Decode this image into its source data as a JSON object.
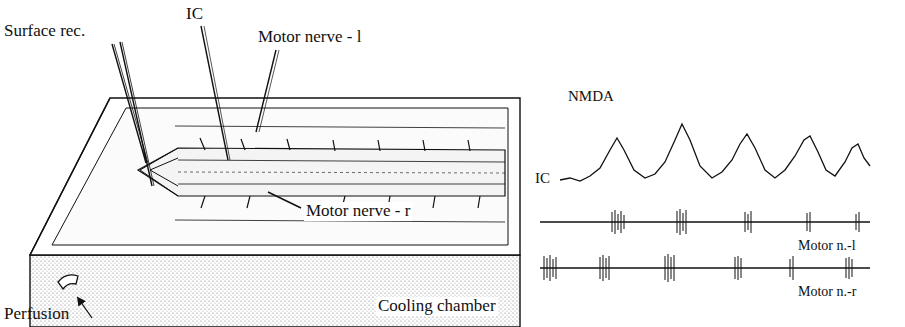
{
  "diagram": {
    "labels": [
      "Surface rec.",
      "IC",
      "Motor nerve - l",
      "Motor nerve - r",
      "Perfusion",
      "Cooling chamber",
      "NMDA",
      "IC",
      "Motor n.-l",
      "Motor n.-r"
    ]
  }
}
